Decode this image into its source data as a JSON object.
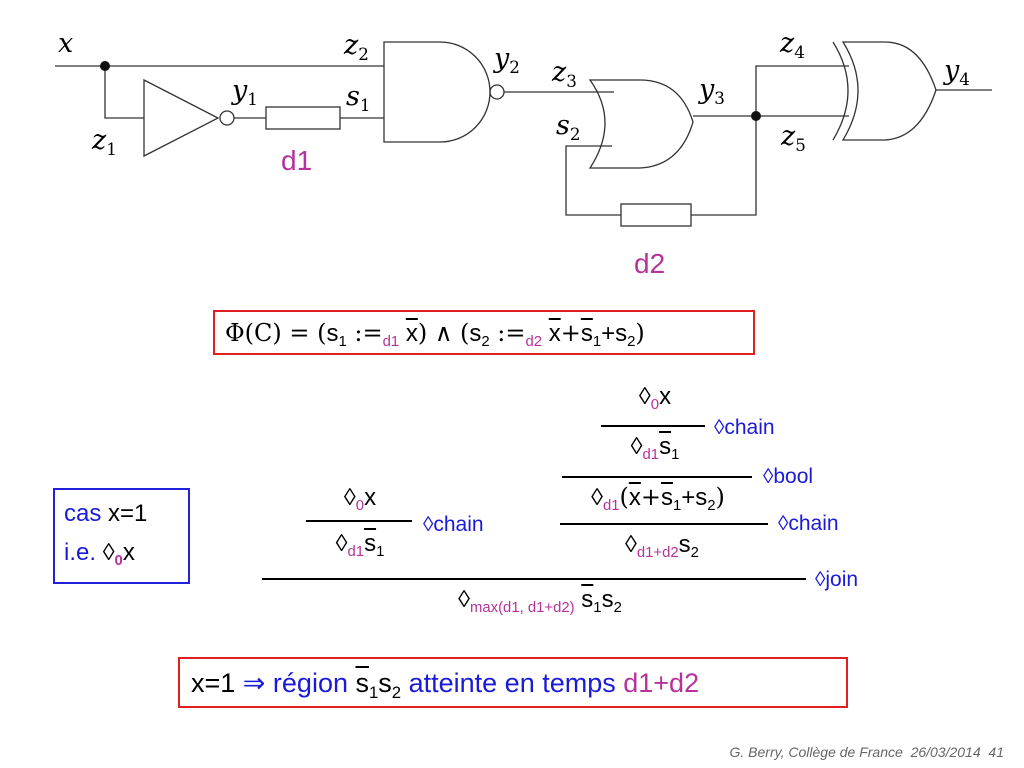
{
  "circuit": {
    "wires": {
      "x": "x",
      "z1": "z",
      "z1_sub": "1",
      "y1": "y",
      "y1_sub": "1",
      "z2": "z",
      "z2_sub": "2",
      "s1": "s",
      "s1_sub": "1",
      "y2": "y",
      "y2_sub": "2",
      "z3": "z",
      "z3_sub": "3",
      "s2": "s",
      "s2_sub": "2",
      "y3": "y",
      "y3_sub": "3",
      "z4": "z",
      "z4_sub": "4",
      "z5": "z",
      "z5_sub": "5",
      "y4": "y",
      "y4_sub": "4"
    },
    "delays": {
      "d1": "d1",
      "d2": "d2"
    }
  },
  "formula": {
    "lhs": "Φ(C) = (",
    "s1": "s",
    "s1_sub": "1",
    "assign1": " :=",
    "d1": "d1",
    "x1": "x",
    "mid": ") ∧ (",
    "s2": "s",
    "s2_sub": "2",
    "assign2": " :=",
    "d2": "d2",
    "x2": "x",
    "plus1": "+",
    "s1b": "s",
    "s1b_sub": "1",
    "plus2": "+s",
    "s2c_sub": "2",
    "close": ")"
  },
  "case_box": {
    "line1_a": "cas ",
    "line1_b": "x=1",
    "line2_a": "i.e. ",
    "diamond": "◊",
    "sub0": "0",
    "x": "x"
  },
  "proof": {
    "left_top": {
      "diamond": "◊",
      "sub": "0",
      "var": "x"
    },
    "left_bottom": {
      "diamond": "◊",
      "sub": "d1",
      "var": "s",
      "var_sub": "1"
    },
    "left_rule": "◊chain",
    "right_top": {
      "diamond": "◊",
      "sub": "0",
      "var": "x"
    },
    "right_mid1": {
      "diamond": "◊",
      "sub": "d1",
      "var": "s",
      "var_sub": "1"
    },
    "right_rule1": "◊chain",
    "right_mid2": {
      "diamond": "◊",
      "sub": "d1",
      "open": "(",
      "x": "x",
      "plus": "+",
      "s1": "s",
      "s1_sub": "1",
      "plus2": "+s",
      "s2_sub": "2",
      "close": ")"
    },
    "right_rule2": "◊bool",
    "right_bottom": {
      "diamond": "◊",
      "sub": "d1+d2",
      "var": "s",
      "var_sub": "2"
    },
    "right_rule3": "◊chain",
    "conclusion": {
      "diamond": "◊",
      "sub": "max(d1, d1+d2)",
      "s1": "s",
      "s1_sub": "1",
      "s2": "s",
      "s2_sub": "2"
    },
    "join_rule": "◊join"
  },
  "result": {
    "premise": "x=1 ",
    "arrow": "⇒ région ",
    "s1": "s",
    "s1_sub": "1",
    "s2": "s",
    "s2_sub": "2",
    "text": " atteinte en temps ",
    "time": "d1+d2"
  },
  "footer": {
    "author": "G. Berry, Collège de France",
    "date": "26/03/2014",
    "page": "41"
  },
  "colors": {
    "red_box": "#e02020",
    "blue_box": "#2222dd",
    "magenta": "#b5339a",
    "blue_text": "#1a1ad8"
  }
}
